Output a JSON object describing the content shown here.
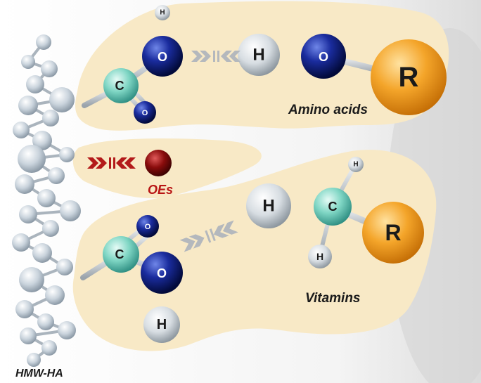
{
  "atoms": {
    "amino_top_h": "H",
    "amino_top_o": "O",
    "amino_top_c": "C",
    "amino_top_o2": "O",
    "amino_h": "H",
    "amino_o": "O",
    "amino_r": "R",
    "vit_o_top": "O",
    "vit_c": "C",
    "vit_o": "O",
    "vit_h_bottom": "H",
    "vit_h_left": "H",
    "vit_c_right": "C",
    "vit_h_top": "H",
    "vit_h_below": "H",
    "vit_r": "R"
  },
  "labels": {
    "amino_acids": "Amino acids",
    "oes": "OEs",
    "vitamins": "Vitamins",
    "hmw_ha": "HMW-HA"
  },
  "colors": {
    "background": "#ffffff",
    "blob_fill": "#f8e9c6",
    "oxygen": "#0a1a7a",
    "carbon": "#7fd6c4",
    "hydrogen": "#d7dde2",
    "r_group": "#f4a52a",
    "oes_ball": "#8a0c0c",
    "oes_label": "#b81414",
    "arrow_grey": "#b4b8bd",
    "arrow_red": "#b31a1a",
    "text": "#1a1a1a"
  }
}
